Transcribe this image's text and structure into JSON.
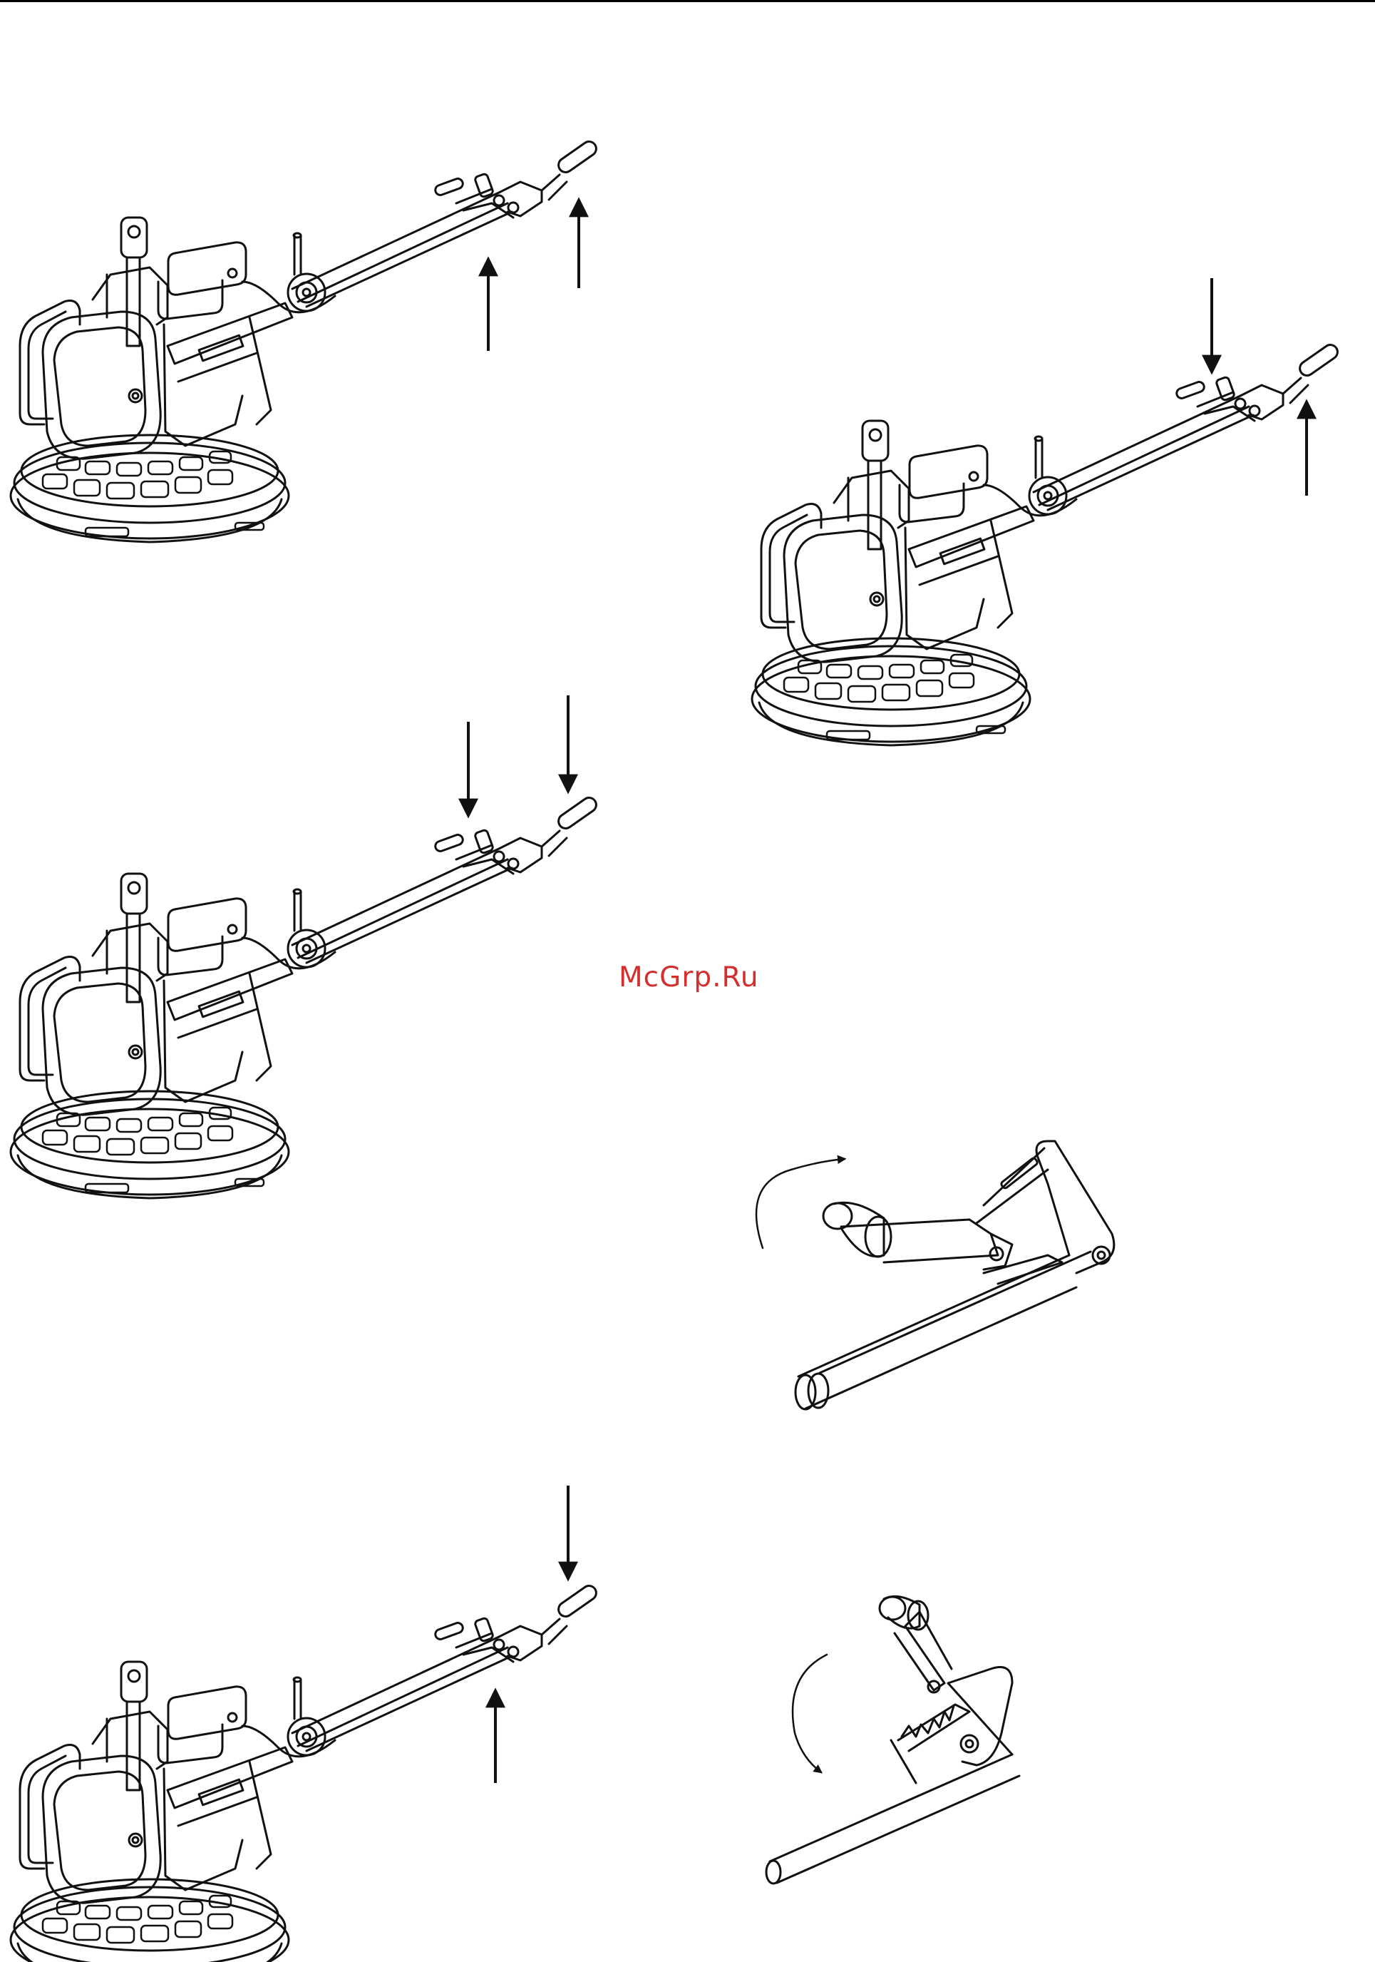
{
  "watermark": {
    "text": "McGrp.Ru",
    "color": "#d32f2f"
  },
  "colors": {
    "line": "#111111",
    "paper": "#ffffff"
  },
  "figures": [
    {
      "name": "trowel-both-levers-raised",
      "arrows": [
        "up",
        "up"
      ]
    },
    {
      "name": "trowel-throttle-down-handle-up",
      "arrows": [
        "down",
        "up"
      ]
    },
    {
      "name": "trowel-both-levers-pressed",
      "arrows": [
        "down",
        "down"
      ]
    },
    {
      "name": "handle-lever-rotate-up",
      "arrows": [
        "rotate"
      ]
    },
    {
      "name": "trowel-handle-down-lever-up",
      "arrows": [
        "down",
        "up"
      ]
    },
    {
      "name": "handle-lever-rotate-down",
      "arrows": [
        "rotate"
      ]
    }
  ]
}
